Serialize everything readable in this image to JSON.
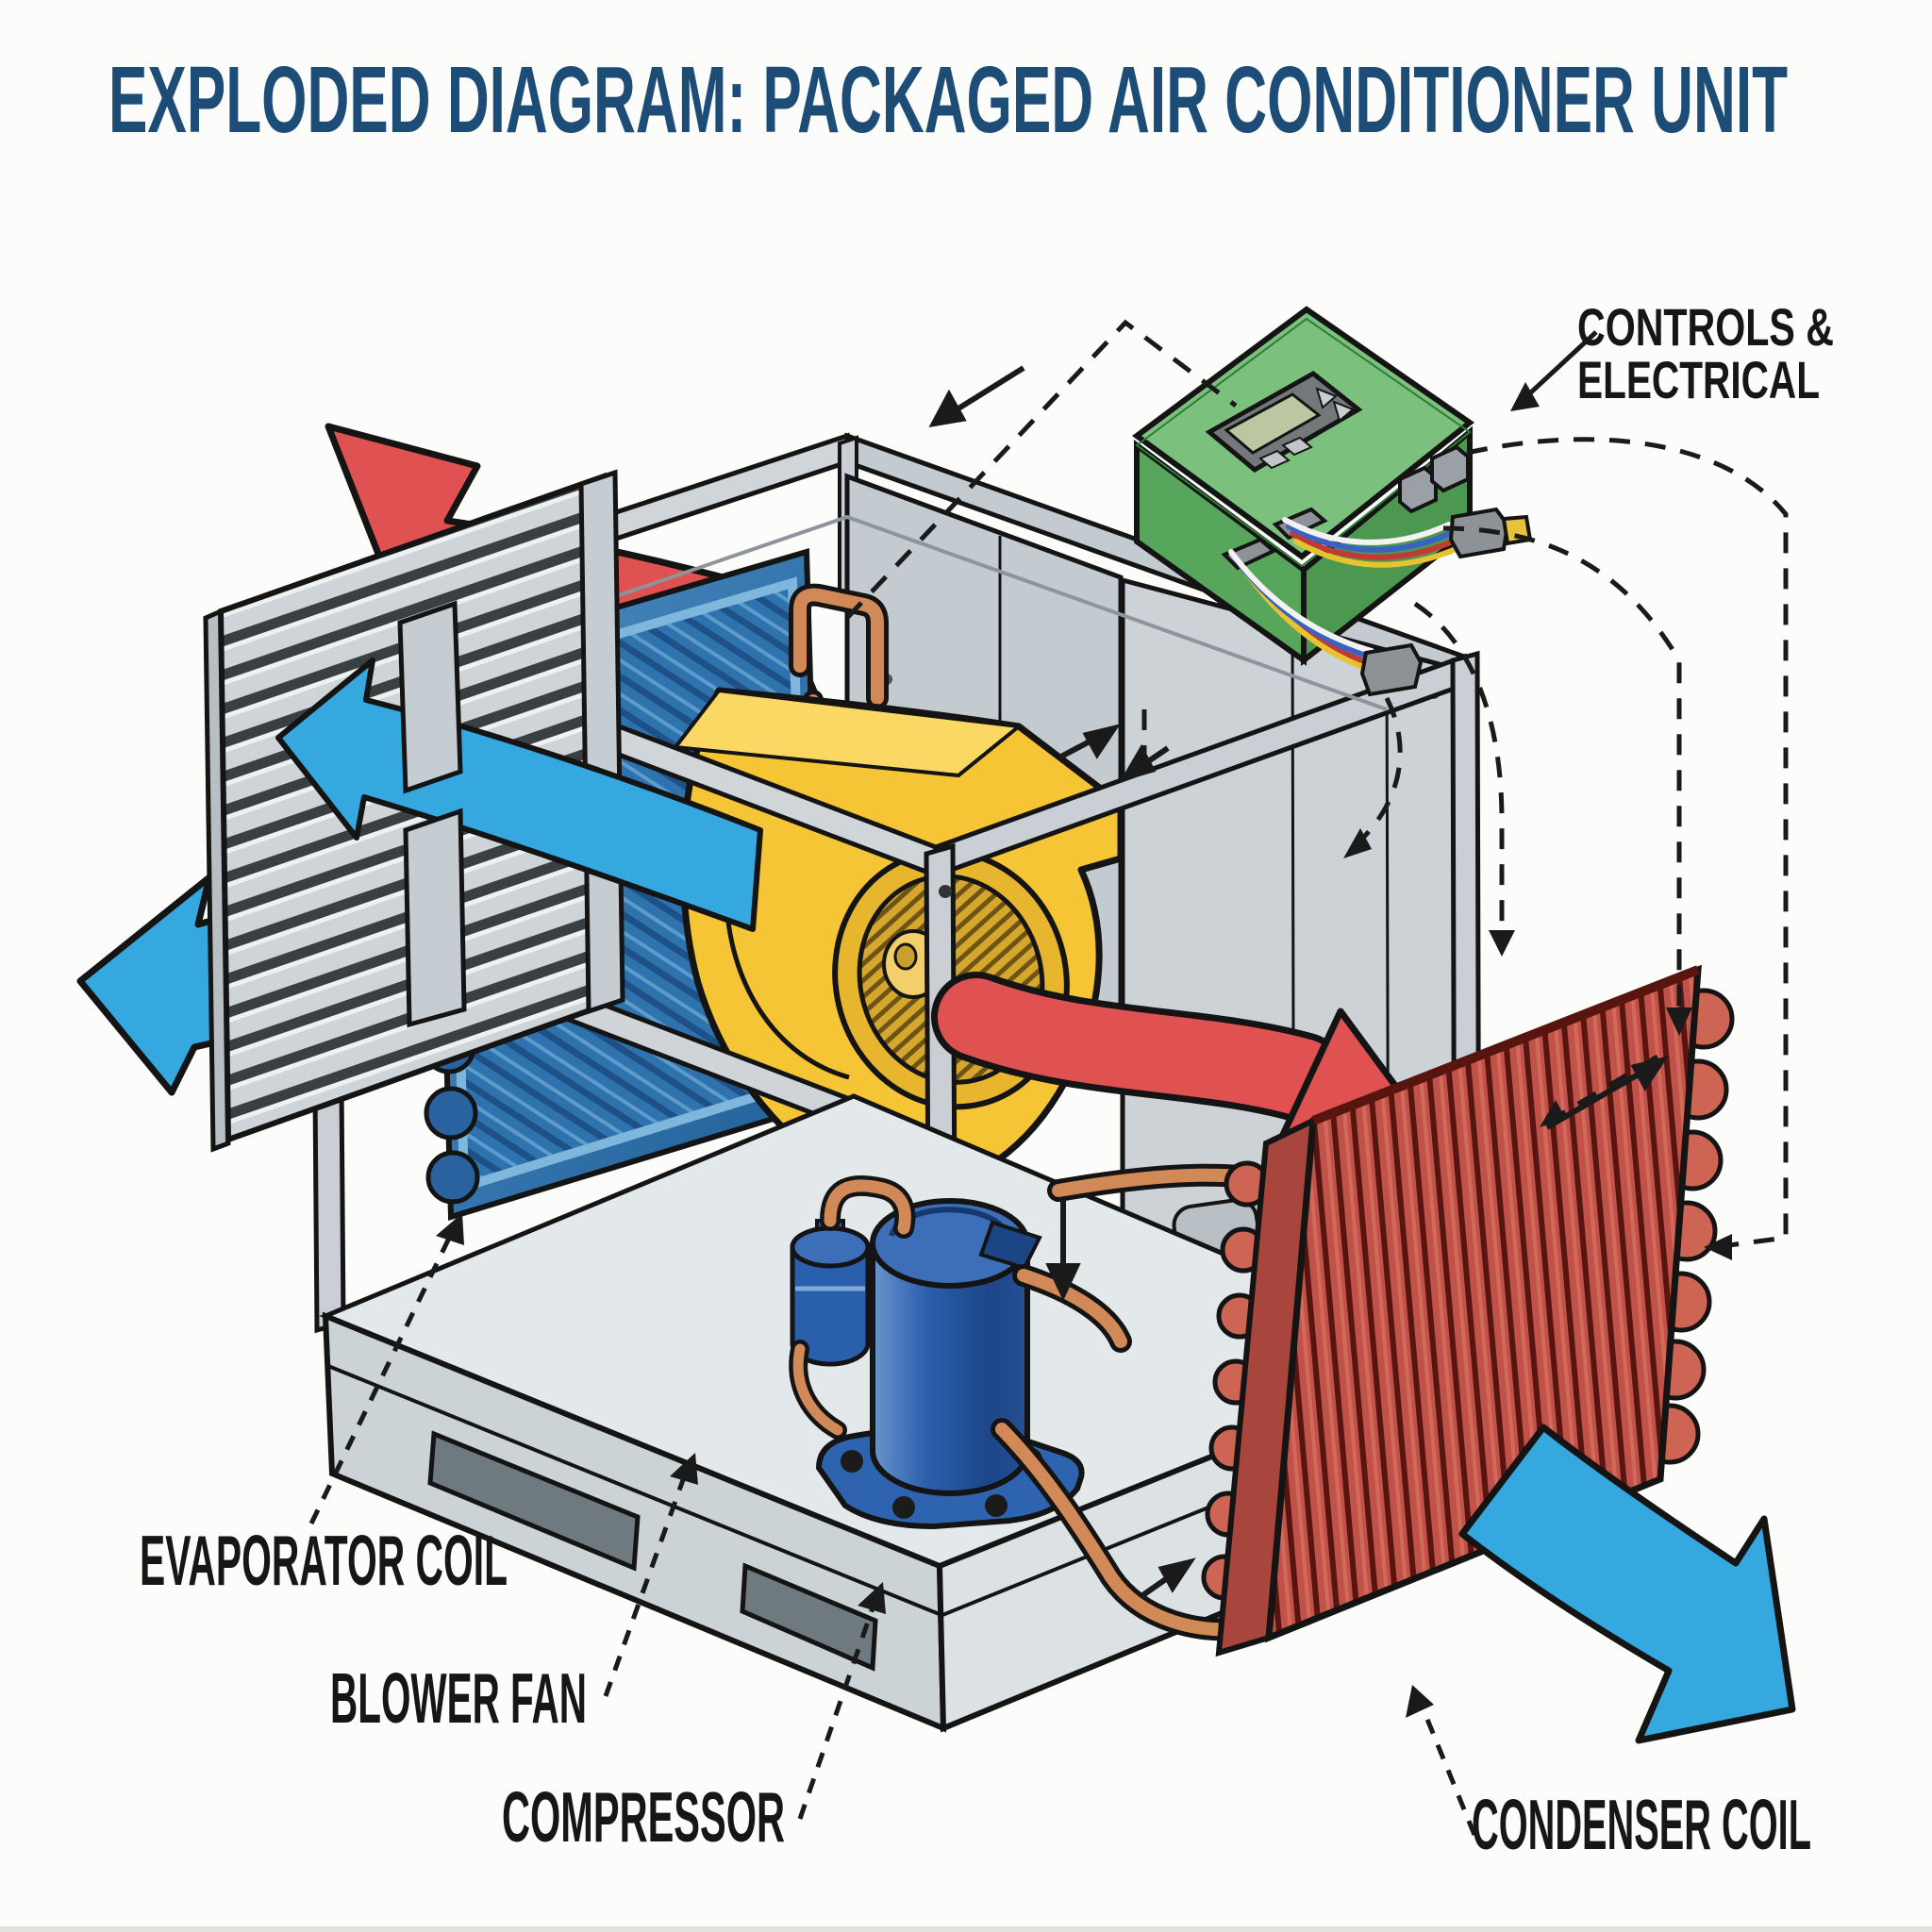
{
  "title": {
    "text": "EXPLODED DIAGRAM: PACKAGED AIR CONDITIONER UNIT",
    "color": "#1d4d77"
  },
  "labels": {
    "controls_line1": "CONTROLS &",
    "controls_line2": "ELECTRICAL",
    "evaporator": "EVAPORATOR COIL",
    "blower": "BLOWER FAN",
    "compressor": "COMPRESSOR",
    "condenser": "CONDENSER COIL",
    "color": "#161616"
  },
  "palette": {
    "background": "#fcfcfa",
    "outline": "#141414",
    "cabinet_gray": "#ccd3d7",
    "evaporator_blue": "#2e72ae",
    "blower_yellow": "#f5c535",
    "compressor_blue": "#2a5fae",
    "condenser_red": "#c0524a",
    "control_box_green": "#6fbb72",
    "copper": "#d18a57",
    "airflow_red": "#e05152",
    "airflow_blue": "#35a8e0"
  }
}
